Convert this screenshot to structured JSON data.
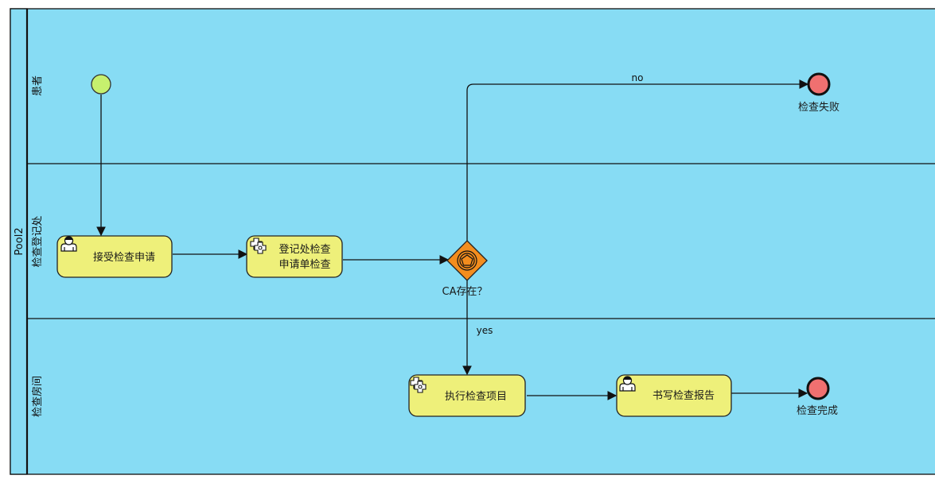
{
  "pool": {
    "name": "Pool2"
  },
  "lanes": [
    {
      "name": "患者"
    },
    {
      "name": "检查登记处"
    },
    {
      "name": "检查房间"
    }
  ],
  "tasks": [
    {
      "label_lines": [
        "接受检查申请"
      ],
      "kind": "user-task"
    },
    {
      "label_lines": [
        "登记处检查",
        "申请单检查"
      ],
      "kind": "service-task"
    },
    {
      "label_lines": [
        "执行检查项目"
      ],
      "kind": "service-task"
    },
    {
      "label_lines": [
        "书写检查报告"
      ],
      "kind": "user-task"
    }
  ],
  "gateway": {
    "label": "CA存在？",
    "kind": "event-based-gateway"
  },
  "flows": {
    "no_label": "no",
    "yes_label": "yes"
  },
  "end_events": [
    {
      "label": "检查失败"
    },
    {
      "label": "检查完成"
    }
  ],
  "colors": {
    "lane_fill": "#87dcf4",
    "task_fill": "#eef07a",
    "start_fill": "#c6f06e",
    "end_fill": "#f07070",
    "gateway_fill": "#f38d1e"
  }
}
